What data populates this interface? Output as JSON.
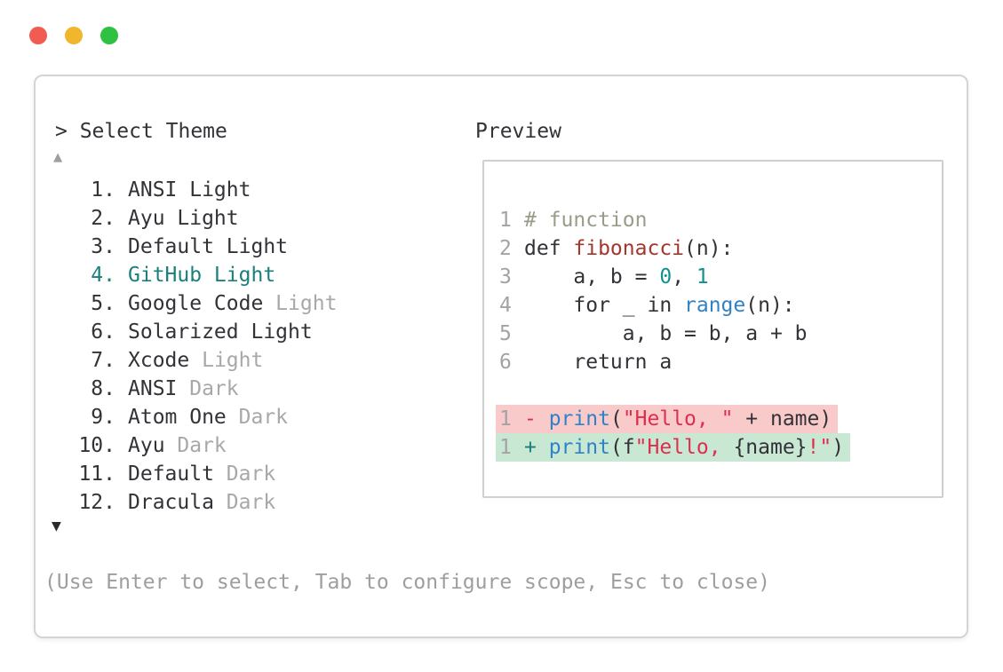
{
  "window_controls": {
    "buttons": [
      {
        "name": "close",
        "color": "#f15b52"
      },
      {
        "name": "minimize",
        "color": "#f2b62d"
      },
      {
        "name": "zoom",
        "color": "#2ec240"
      }
    ]
  },
  "header": {
    "prompt": "> ",
    "title": "Select Theme"
  },
  "theme_list": {
    "scroll_up_indicator": "▲",
    "scroll_down_indicator": "▼",
    "selected_number": "4.",
    "items": [
      {
        "number": "1.",
        "name": "ANSI Light",
        "suffix": "",
        "selected": false
      },
      {
        "number": "2.",
        "name": "Ayu Light",
        "suffix": "",
        "selected": false
      },
      {
        "number": "3.",
        "name": "Default Light",
        "suffix": "",
        "selected": false
      },
      {
        "number": "4.",
        "name": "GitHub Light",
        "suffix": "",
        "selected": true
      },
      {
        "number": "5.",
        "name": "Google Code",
        "suffix": "Light",
        "selected": false
      },
      {
        "number": "6.",
        "name": "Solarized Light",
        "suffix": "",
        "selected": false
      },
      {
        "number": "7.",
        "name": "Xcode",
        "suffix": "Light",
        "selected": false
      },
      {
        "number": "8.",
        "name": "ANSI",
        "suffix": "Dark",
        "selected": false
      },
      {
        "number": "9.",
        "name": "Atom One",
        "suffix": "Dark",
        "selected": false
      },
      {
        "number": "10.",
        "name": "Ayu",
        "suffix": "Dark",
        "selected": false
      },
      {
        "number": "11.",
        "name": "Default",
        "suffix": "Dark",
        "selected": false
      },
      {
        "number": "12.",
        "name": "Dracula",
        "suffix": "Dark",
        "selected": false
      }
    ]
  },
  "preview": {
    "label": "Preview",
    "code_lines": [
      {
        "num": "1",
        "diff": "",
        "tokens": [
          {
            "text": "# function",
            "color": "comment"
          }
        ]
      },
      {
        "num": "2",
        "diff": "",
        "tokens": [
          {
            "text": "def ",
            "color": "default"
          },
          {
            "text": "fibonacci",
            "color": "function"
          },
          {
            "text": "(n):",
            "color": "default"
          }
        ]
      },
      {
        "num": "3",
        "diff": "",
        "tokens": [
          {
            "text": "    a, b = ",
            "color": "default"
          },
          {
            "text": "0",
            "color": "number"
          },
          {
            "text": ", ",
            "color": "default"
          },
          {
            "text": "1",
            "color": "number"
          }
        ]
      },
      {
        "num": "4",
        "diff": "",
        "tokens": [
          {
            "text": "    for _ in ",
            "color": "default"
          },
          {
            "text": "range",
            "color": "builtin"
          },
          {
            "text": "(n):",
            "color": "default"
          }
        ]
      },
      {
        "num": "5",
        "diff": "",
        "tokens": [
          {
            "text": "        a, b = b, a + b",
            "color": "default"
          }
        ]
      },
      {
        "num": "6",
        "diff": "",
        "tokens": [
          {
            "text": "    return a",
            "color": "default"
          }
        ]
      },
      {
        "num": "",
        "diff": "",
        "tokens": []
      },
      {
        "num": "1",
        "diff": "removed",
        "tokens": [
          {
            "text": "- ",
            "color": "diff_minus"
          },
          {
            "text": "print",
            "color": "builtin"
          },
          {
            "text": "(",
            "color": "default"
          },
          {
            "text": "\"Hello, \"",
            "color": "string"
          },
          {
            "text": " + name)",
            "color": "default"
          }
        ]
      },
      {
        "num": "1",
        "diff": "added",
        "tokens": [
          {
            "text": "+ ",
            "color": "diff_plus"
          },
          {
            "text": "print",
            "color": "builtin"
          },
          {
            "text": "(f",
            "color": "default"
          },
          {
            "text": "\"Hello, ",
            "color": "string"
          },
          {
            "text": "{name}",
            "color": "default"
          },
          {
            "text": "!\"",
            "color": "string"
          },
          {
            "text": ")",
            "color": "default"
          }
        ]
      }
    ]
  },
  "footer": {
    "hint": "(Use Enter to select, Tab to configure scope, Esc to close)"
  },
  "colors": {
    "accent_teal": "#1a807b",
    "text_dark": "#323237",
    "text_muted": "#a8a8a8",
    "line_number": "#a3a3a3",
    "token_comment": "#9b9b8a",
    "token_function": "#a5362c",
    "token_builtin": "#2f82c4",
    "token_number": "#11918f",
    "token_string": "#df2d4f",
    "diff_plus": "#1a7f74",
    "diff_removed_bg": "#f8caca",
    "diff_added_bg": "#c9e8d4",
    "window_border": "#d4d4d4"
  }
}
